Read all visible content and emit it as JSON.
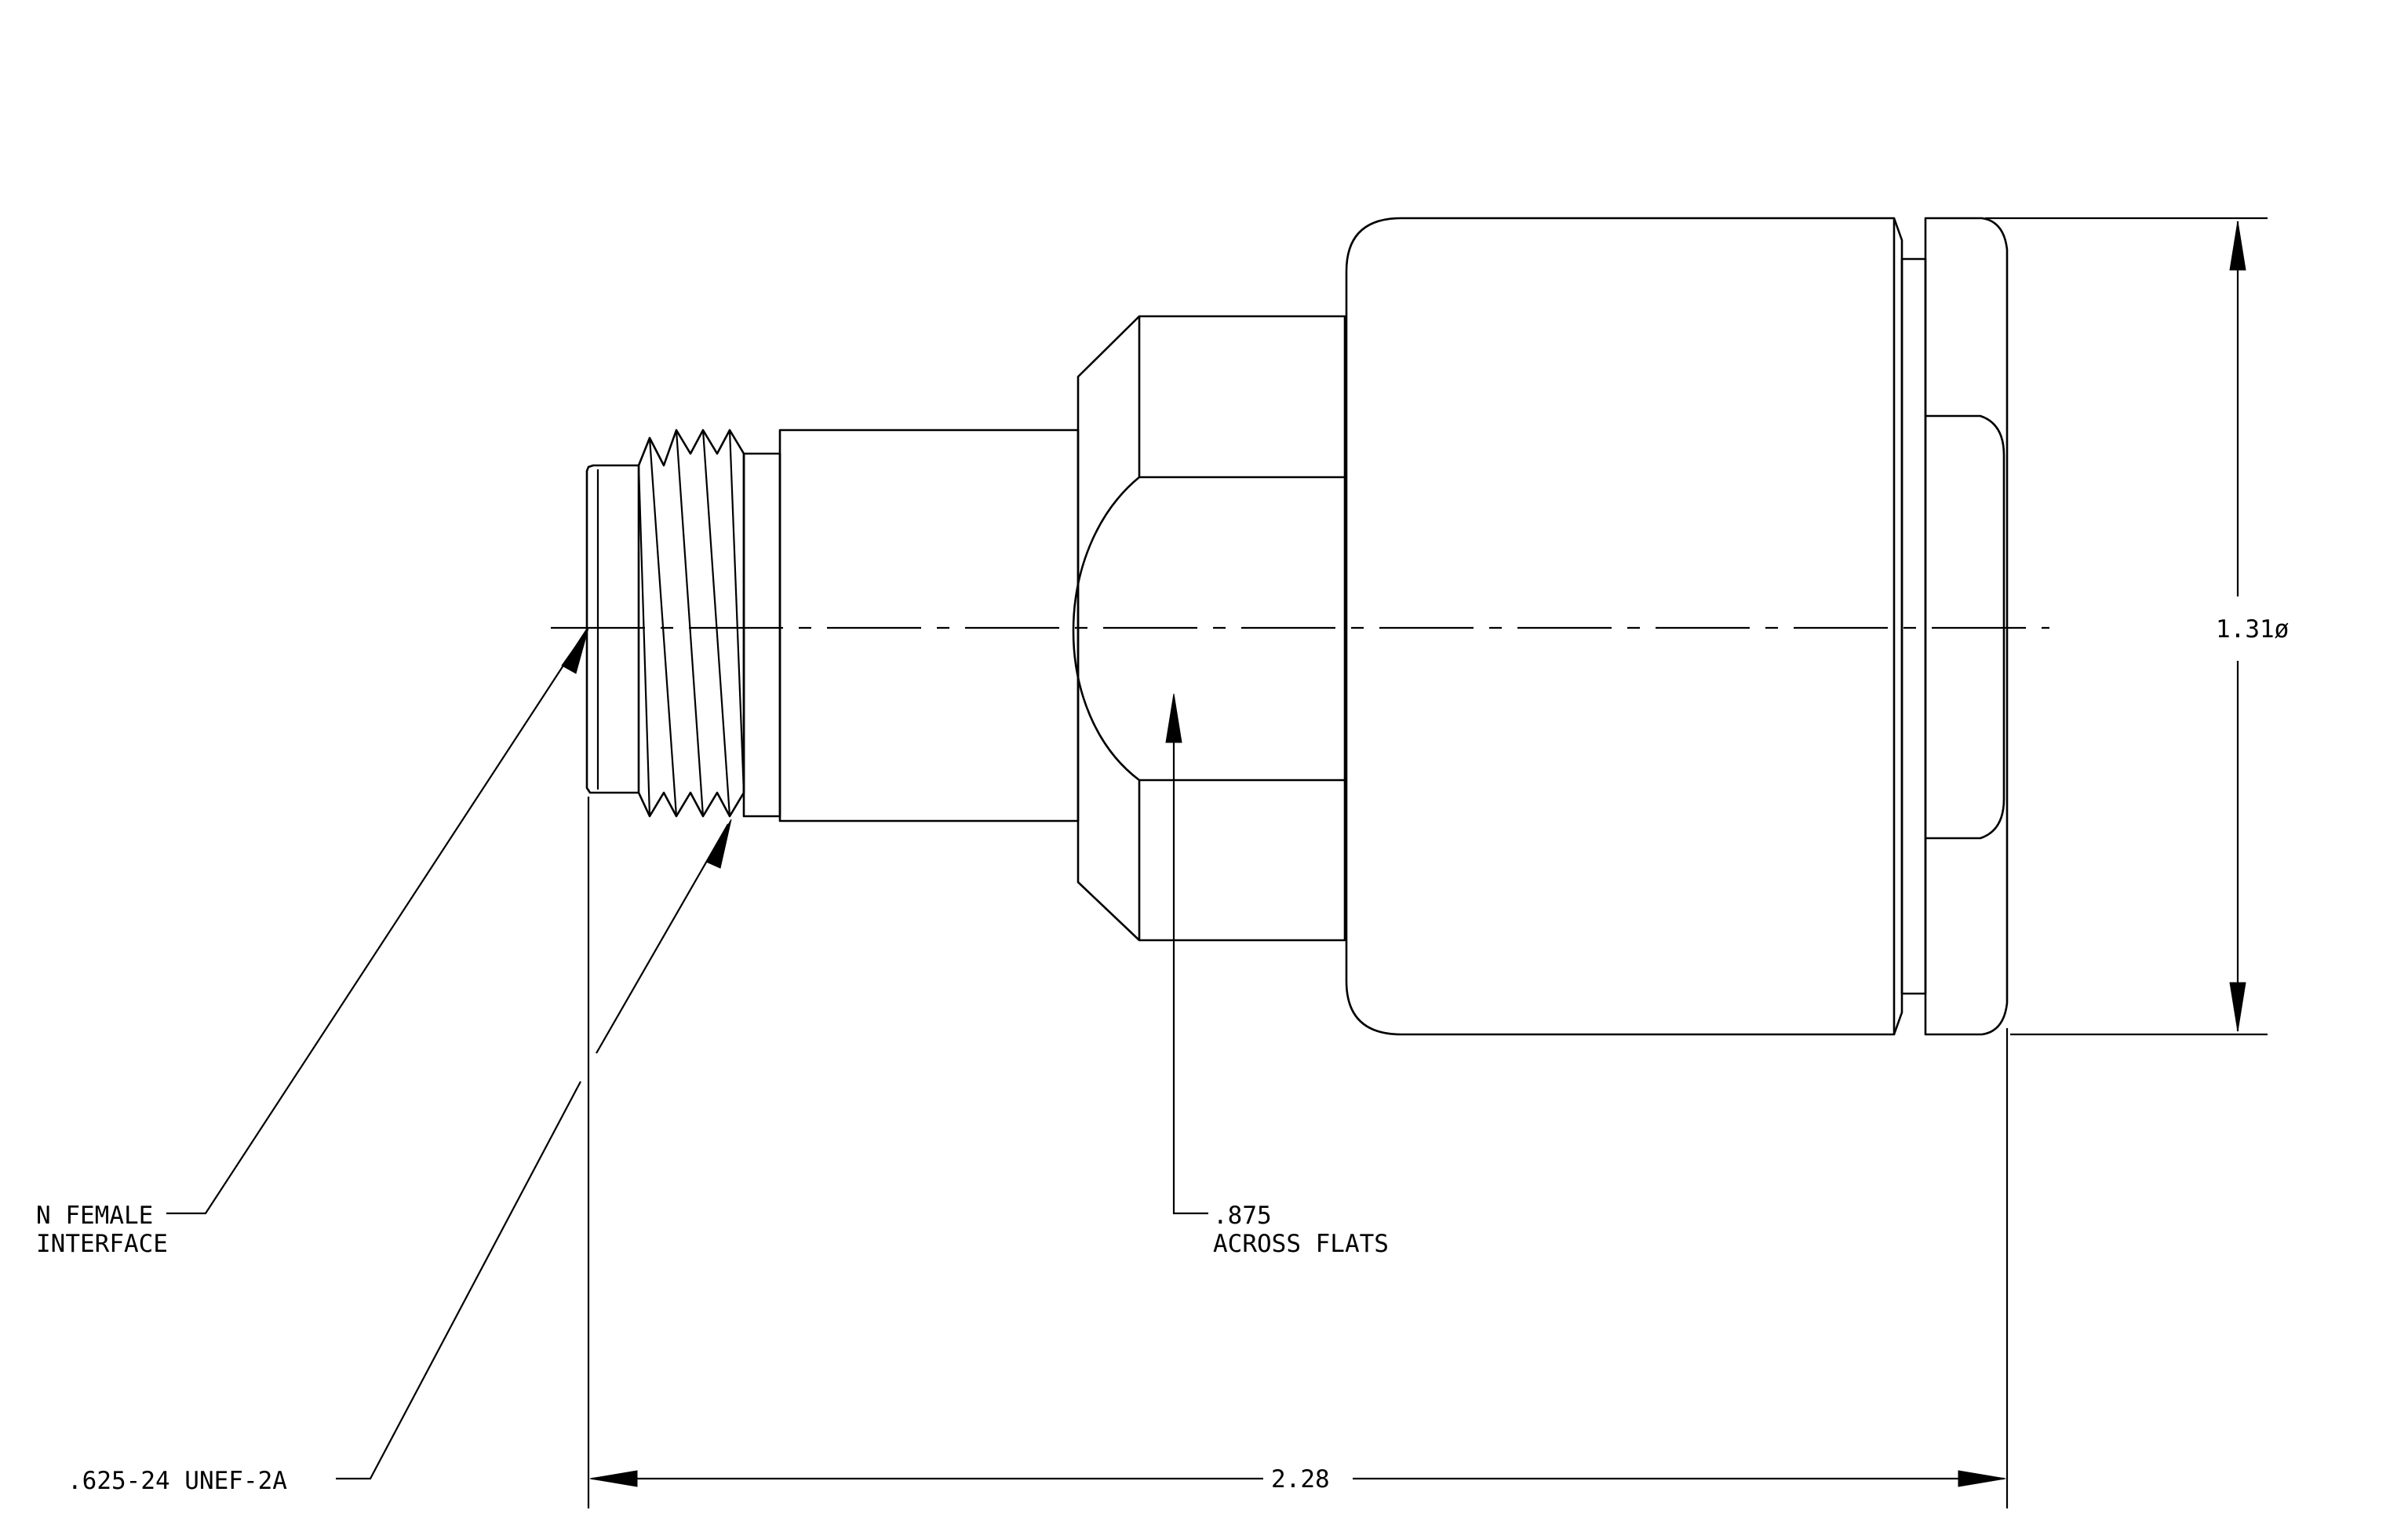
{
  "labels": {
    "n_female_line1": "N FEMALE",
    "n_female_line2": "INTERFACE",
    "thread": ".625-24 UNEF-2A",
    "across_flats_value": ".875",
    "across_flats_text": "ACROSS FLATS",
    "diameter": "1.31ø",
    "overall_length": "2.28"
  },
  "colors": {
    "line": "#000000",
    "background": "#ffffff"
  }
}
